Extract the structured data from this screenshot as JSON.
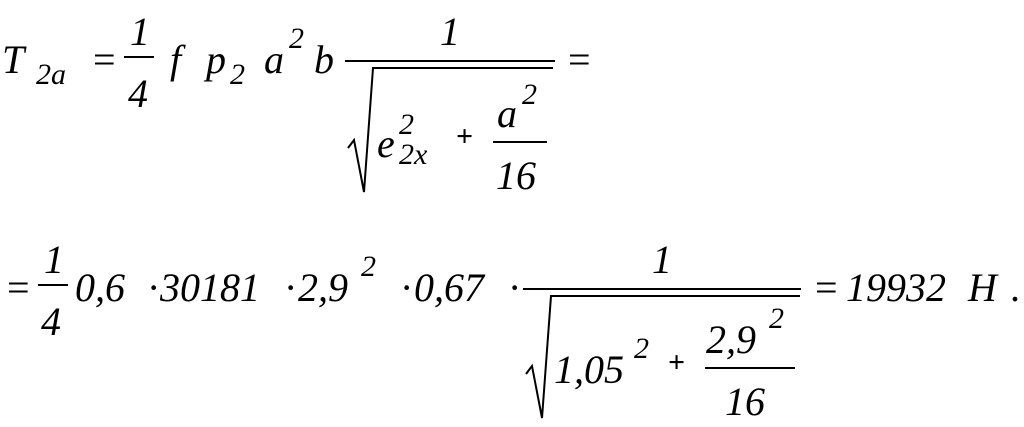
{
  "formula": {
    "line1": {
      "lhs": "T",
      "lhs_sub": "2a",
      "eq": "=",
      "frac_num": "1",
      "frac_den": "4",
      "f": "f",
      "p": "p",
      "p_sub": "2",
      "a": "a",
      "a_sup": "2",
      "b": "b",
      "big_num": "1",
      "rad_e": "e",
      "rad_e_sup": "2",
      "rad_e_sub": "2x",
      "rad_plus": "+",
      "rad_frac_num": "a",
      "rad_frac_num_sup": "2",
      "rad_frac_den": "16",
      "trail_eq": "="
    },
    "line2": {
      "eq": "=",
      "frac_num": "1",
      "frac_den": "4",
      "v1": "0,6",
      "dot1": "·",
      "v2": "30181",
      "dot2": "·",
      "v3": "2,9",
      "v3_sup": "2",
      "dot3": "·",
      "v4": "0,67",
      "dot4": "·",
      "big_num": "1",
      "rad_v": "1,05",
      "rad_v_sup": "2",
      "rad_plus": "+",
      "rad_frac_num": "2,9",
      "rad_frac_num_sup": "2",
      "rad_frac_den": "16",
      "result_eq": "=",
      "result": "19932",
      "unit": "H",
      "period": "."
    }
  }
}
